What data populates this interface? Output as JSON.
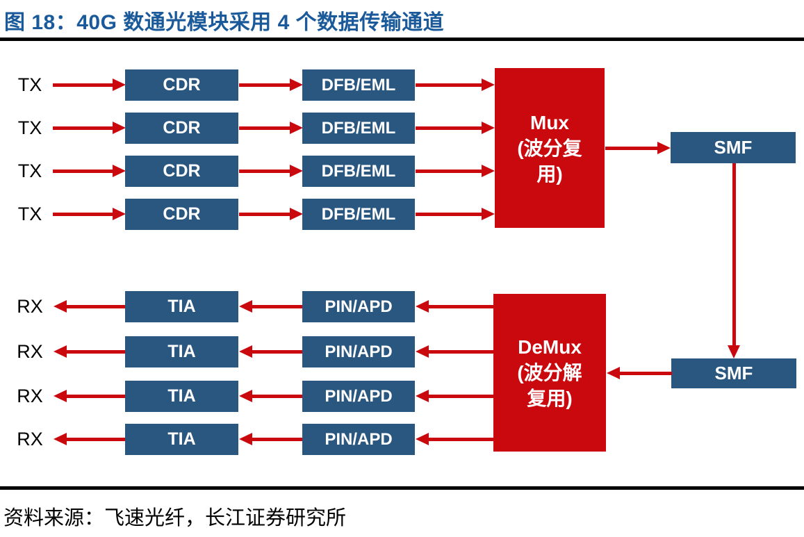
{
  "title": "图 18：40G 数通光模块采用 4 个数据传输通道",
  "footer": {
    "source": "资料来源：飞速光纤，长江证券研究所"
  },
  "colors": {
    "title_blue": "#1B5A9A",
    "box_blue": "#2A577F",
    "red": "#C9090E",
    "rule_black": "#000000",
    "label_black": "#000000"
  },
  "tx_section": {
    "io_label": "TX",
    "stage1_label": "CDR",
    "stage2_label": "DFB/EML",
    "channel_count": 4
  },
  "mux": {
    "lines": [
      "Mux",
      "(波分复",
      "用)"
    ]
  },
  "demux": {
    "lines": [
      "DeMux",
      "(波分解",
      "复用)"
    ]
  },
  "smf_top_label": "SMF",
  "smf_bottom_label": "SMF",
  "rx_section": {
    "io_label": "RX",
    "stage1_label": "TIA",
    "stage2_label": "PIN/APD",
    "channel_count": 4
  }
}
